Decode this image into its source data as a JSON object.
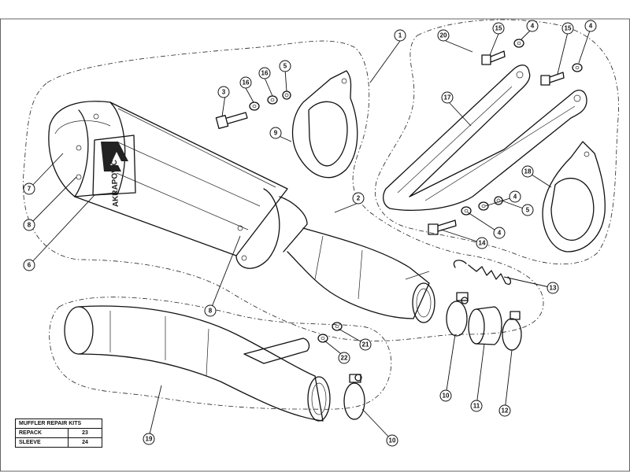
{
  "logo": {
    "brand": "AKRAPOVIČ"
  },
  "callouts": [
    {
      "id": "c1",
      "label": "1"
    },
    {
      "id": "c2",
      "label": "2"
    },
    {
      "id": "c3",
      "label": "3"
    },
    {
      "id": "c4a",
      "label": "4"
    },
    {
      "id": "c4b",
      "label": "4"
    },
    {
      "id": "c4c",
      "label": "4"
    },
    {
      "id": "c4d",
      "label": "4"
    },
    {
      "id": "c5a",
      "label": "5"
    },
    {
      "id": "c5b",
      "label": "5"
    },
    {
      "id": "c6",
      "label": "6"
    },
    {
      "id": "c7",
      "label": "7"
    },
    {
      "id": "c8a",
      "label": "8"
    },
    {
      "id": "c8b",
      "label": "8"
    },
    {
      "id": "c9",
      "label": "9"
    },
    {
      "id": "c10a",
      "label": "10"
    },
    {
      "id": "c10b",
      "label": "10"
    },
    {
      "id": "c11",
      "label": "11"
    },
    {
      "id": "c12",
      "label": "12"
    },
    {
      "id": "c13",
      "label": "13"
    },
    {
      "id": "c14",
      "label": "14"
    },
    {
      "id": "c15a",
      "label": "15"
    },
    {
      "id": "c15b",
      "label": "15"
    },
    {
      "id": "c16a",
      "label": "16"
    },
    {
      "id": "c16b",
      "label": "16"
    },
    {
      "id": "c17",
      "label": "17"
    },
    {
      "id": "c18",
      "label": "18"
    },
    {
      "id": "c19",
      "label": "19"
    },
    {
      "id": "c20",
      "label": "20"
    },
    {
      "id": "c21",
      "label": "21"
    },
    {
      "id": "c22",
      "label": "22"
    }
  ],
  "repair_kits": {
    "title": "MUFFLER REPAIR KITS",
    "rows": [
      {
        "label": "REPACK",
        "value": "23"
      },
      {
        "label": "SLEEVE",
        "value": "24"
      }
    ]
  }
}
